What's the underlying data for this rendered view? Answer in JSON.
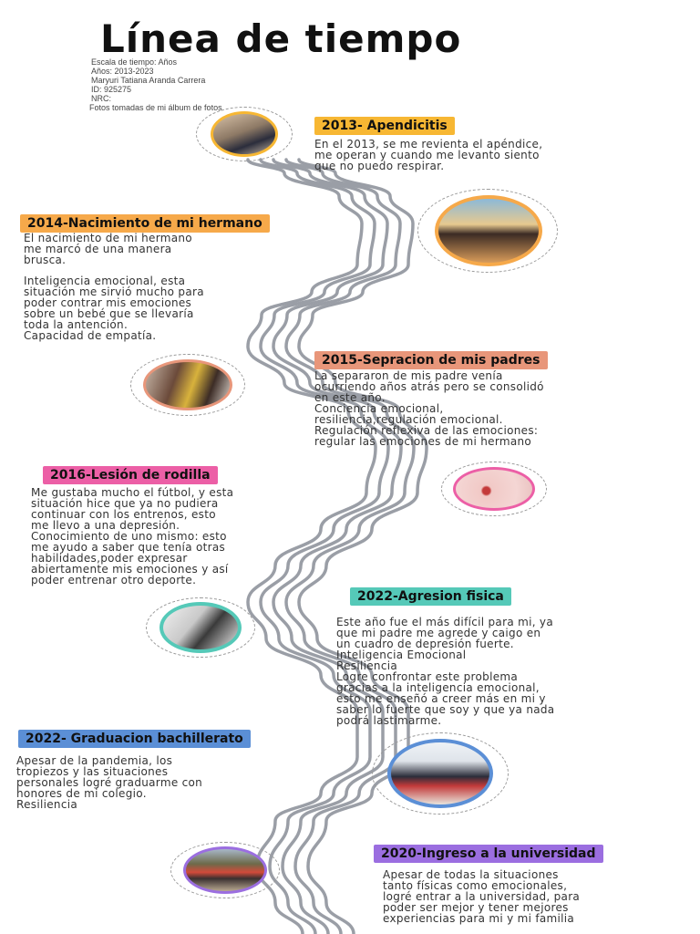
{
  "header": {
    "title": "Línea de tiempo",
    "meta": [
      "Escala de tiempo: Años",
      "Años: 2013-2023",
      "Maryuri Tatiana Aranda Carrera",
      "ID: 925275",
      "NRC:",
      "Fotos tomadas de mi álbum de fotos"
    ]
  },
  "colors": {
    "yellow": "#f7b733",
    "orange": "#f6a94a",
    "salmon": "#e8967a",
    "pink": "#ec5fa6",
    "teal": "#55c9b8",
    "blue": "#5b8fd6",
    "purple": "#9b6ee0",
    "road": "#9a9ea6"
  },
  "events": [
    {
      "title": "2013- Apendicitis",
      "lines": [
        "En el 2013, se me revienta el apéndice,",
        "me operan y cuando me levanto siento",
        "que no puedo respirar."
      ],
      "photo_icon": "hospital-photo"
    },
    {
      "title": "2014-Nacimiento de mi hermano",
      "lines": [
        "El nacimiento de mi hermano",
        "me marcó de una manera",
        "brusca.",
        "",
        "Inteligencia emocional, esta",
        "situación me sirvió mucho para",
        "poder contrar mis emociones",
        "sobre un bebé que se llevaría",
        "toda la antención.",
        "Capacidad de empatía."
      ],
      "photo_icon": "baby-brother-photo"
    },
    {
      "title": "2015-Sepracion de mis padres",
      "lines": [
        "La separaron de mis padre venía",
        "ocurriendo años atrás  pero se consolidó",
        "en este año.",
        "Conciencia emocional,",
        "resiliencia,regulación emocional.",
        "Regulación reflexiva de las emociones:",
        "regular las emociones de mi hermano"
      ],
      "photo_icon": "parents-photo"
    },
    {
      "title": "2016-Lesión de rodilla",
      "lines": [
        "Me gustaba mucho el fútbol, y esta",
        "situación hice que ya no pudiera",
        "continuar con los entrenos, esto",
        "me llevo a una depresión.",
        "Conocimiento de uno mismo: esto",
        "me ayudo a saber que tenía otras",
        "habilidades,poder expresar",
        "abiertamente mis emociones y así",
        "poder entrenar otro deporte."
      ],
      "photo_icon": "knee-injury-photo"
    },
    {
      "title": "2022-Agresion fisica",
      "lines": [
        "Este año fue el más difícil para mi, ya",
        "que mi padre me agrede y caigo en",
        "un cuadro de depresión fuerte.",
        "Inteligencia Emocional",
        "Resiliencia",
        "Logre confrontar este problema",
        "gracias a la inteligencia emocional,",
        "esto me enseñó a creer más en mi y",
        "saber lo fuerte que soy y que ya nada",
        "podrá lastimarme."
      ],
      "photo_icon": "aggression-photo"
    },
    {
      "title": "2022- Graduacion bachillerato",
      "lines": [
        "Apesar de la pandemia, los",
        "tropiezos y las situaciones",
        "personales logré graduarme con",
        "honores de mi colegio.",
        "Resiliencia"
      ],
      "photo_icon": "graduation-photo"
    },
    {
      "title": "2020-Ingreso a la universidad",
      "lines": [
        "Apesar de todas la situaciones",
        "tanto físicas como emocionales,",
        "logré entrar a la universidad, para",
        "poder ser mejor y tener mejores",
        "experiencias para mi y mi familia"
      ],
      "photo_icon": "university-group-photo"
    }
  ]
}
